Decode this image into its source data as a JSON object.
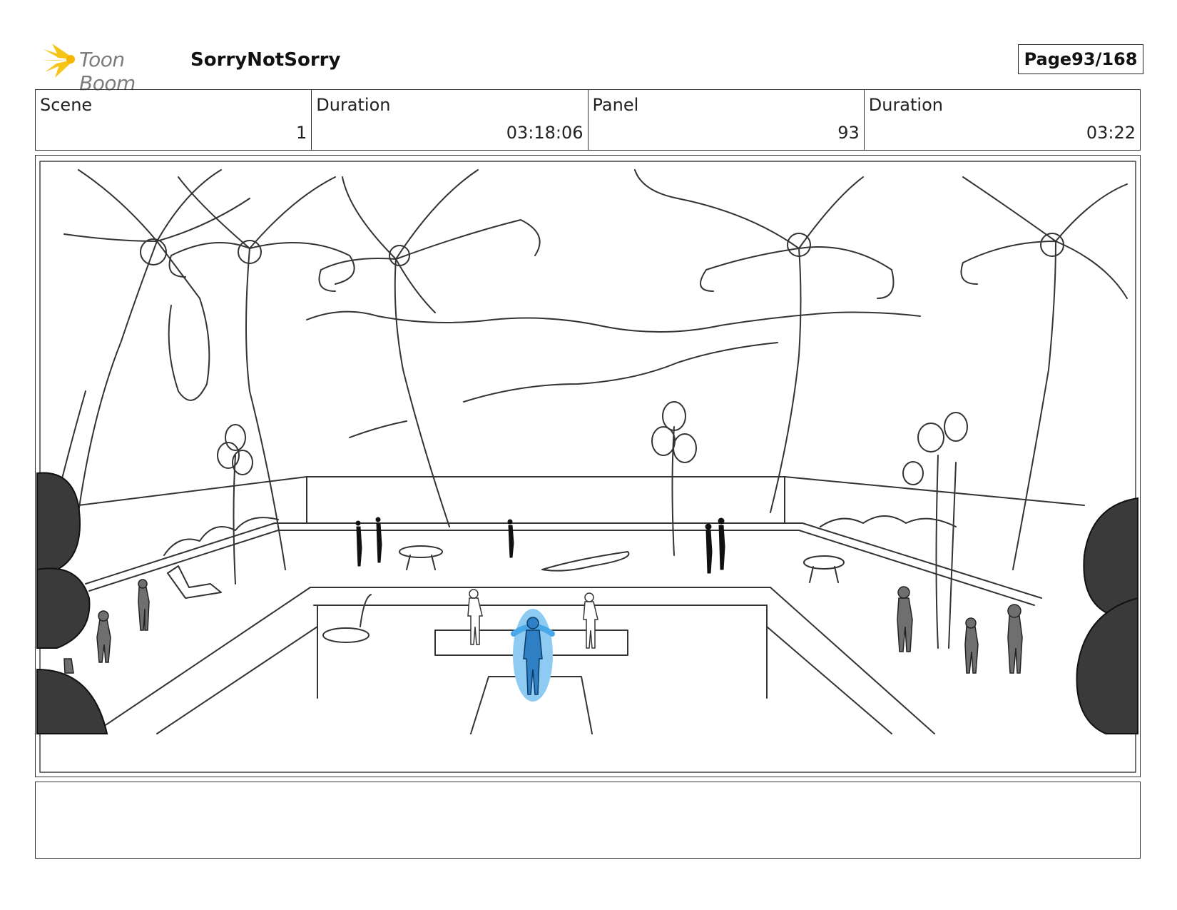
{
  "header": {
    "logo_text": "Toon Boom",
    "project_name": "SorryNotSorry",
    "page_label": "Page",
    "page_number": "93/168"
  },
  "info": {
    "scene_label": "Scene",
    "scene_value": "1",
    "scene_duration_label": "Duration",
    "scene_duration_value": "03:18:06",
    "panel_label": "Panel",
    "panel_value": "93",
    "panel_duration_label": "Duration",
    "panel_duration_value": "03:22"
  },
  "notes": {
    "text": ""
  },
  "colors": {
    "logo_accent": "#f5c518",
    "highlight": "#4aa8e8",
    "line": "#333333",
    "dark_bush": "#3a3a3a"
  }
}
